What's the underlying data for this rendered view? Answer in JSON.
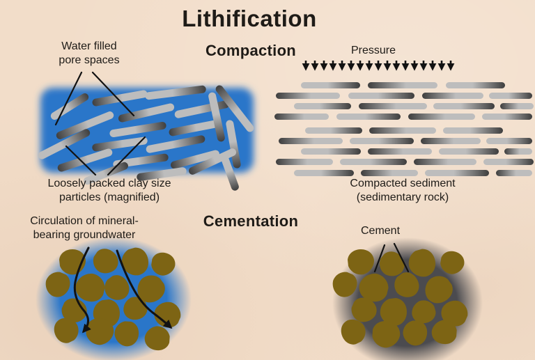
{
  "title": "Lithification",
  "colors": {
    "background": "#f2ddc9",
    "text": "#1e1b17",
    "water_blue": "#2a76c9",
    "particle_olive": "#7d6414",
    "cement_gray": "#4b4b4f",
    "rod_dark": "#3e3e3e",
    "rod_light": "#bdbdbd",
    "arrow_black": "#121212"
  },
  "compaction": {
    "heading": "Compaction",
    "pressure_label": "Pressure",
    "pressure_arrow_count": 17,
    "water_label": [
      "Water filled",
      "pore spaces"
    ],
    "loose_caption": [
      "Loosely packed clay size",
      "particles (magnified)"
    ],
    "compacted_caption": [
      "Compacted sediment",
      "(sedimentary rock)"
    ]
  },
  "cementation": {
    "heading": "Cementation",
    "circulation_label": [
      "Circulation of mineral-",
      "bearing groundwater"
    ],
    "cement_label": "Cement"
  }
}
